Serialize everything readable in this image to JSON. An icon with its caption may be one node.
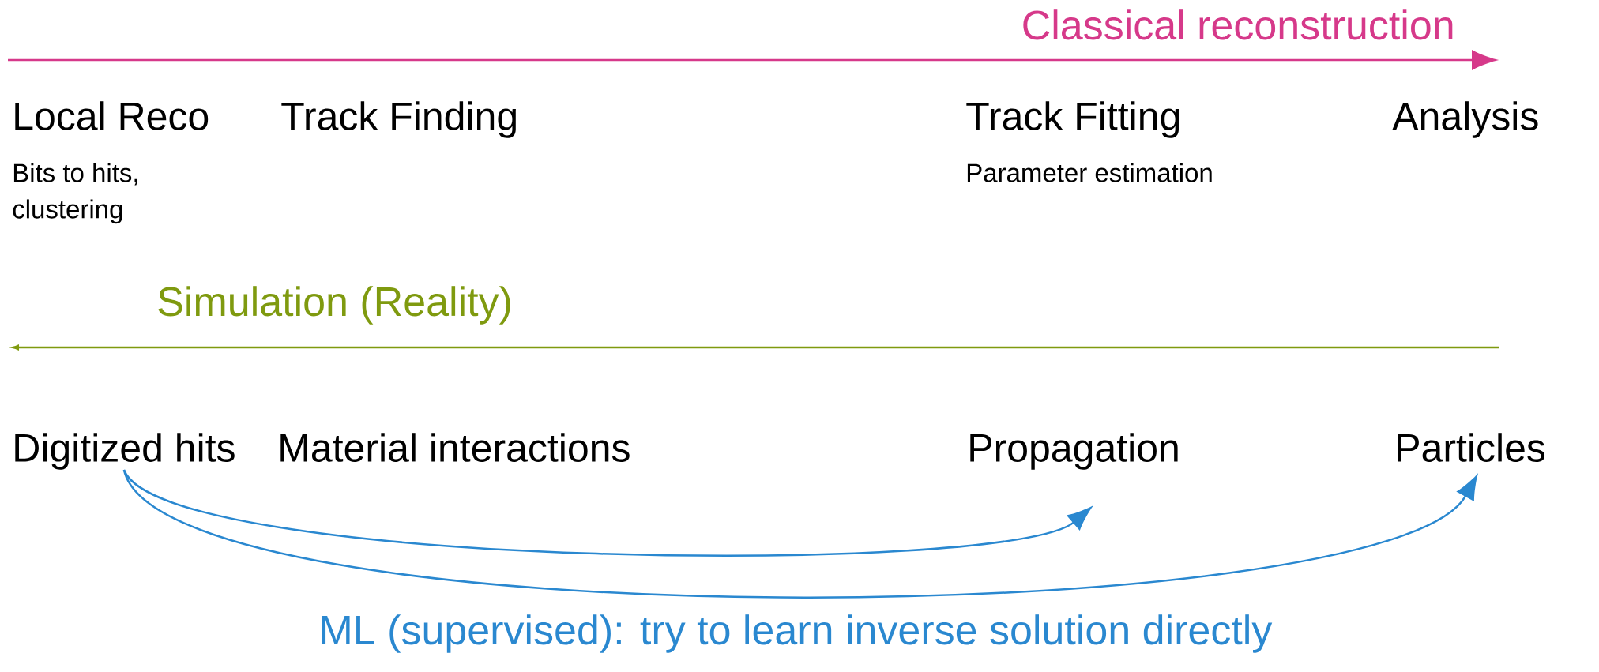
{
  "diagram": {
    "nodes": [
      {
        "text": [
          "Local Reco",
          "Bits to hits, clustering"
        ]
      },
      {
        "text": [
          "Track Finding"
        ]
      },
      {
        "text": [
          "Track Fitting",
          "Parameter estimation"
        ]
      },
      {
        "text": [
          "Analysis"
        ]
      },
      {
        "text": [
          "Digitized hits"
        ]
      },
      {
        "text": [
          "Material interactions"
        ]
      },
      {
        "text": [
          "Propagation"
        ]
      },
      {
        "text": [
          "Particles"
        ]
      }
    ],
    "edges": [
      {
        "from": 4,
        "to": 6,
        "arrow": "to",
        "color": "#2a88d0"
      },
      {
        "from": 4,
        "to": 7,
        "arrow": "to",
        "color": "#2a88d0"
      }
    ],
    "labels": [
      "Classical reconstruction",
      "Simulation (Reality)",
      "ML (supervised): try to learn inverse solution directly"
    ]
  }
}
